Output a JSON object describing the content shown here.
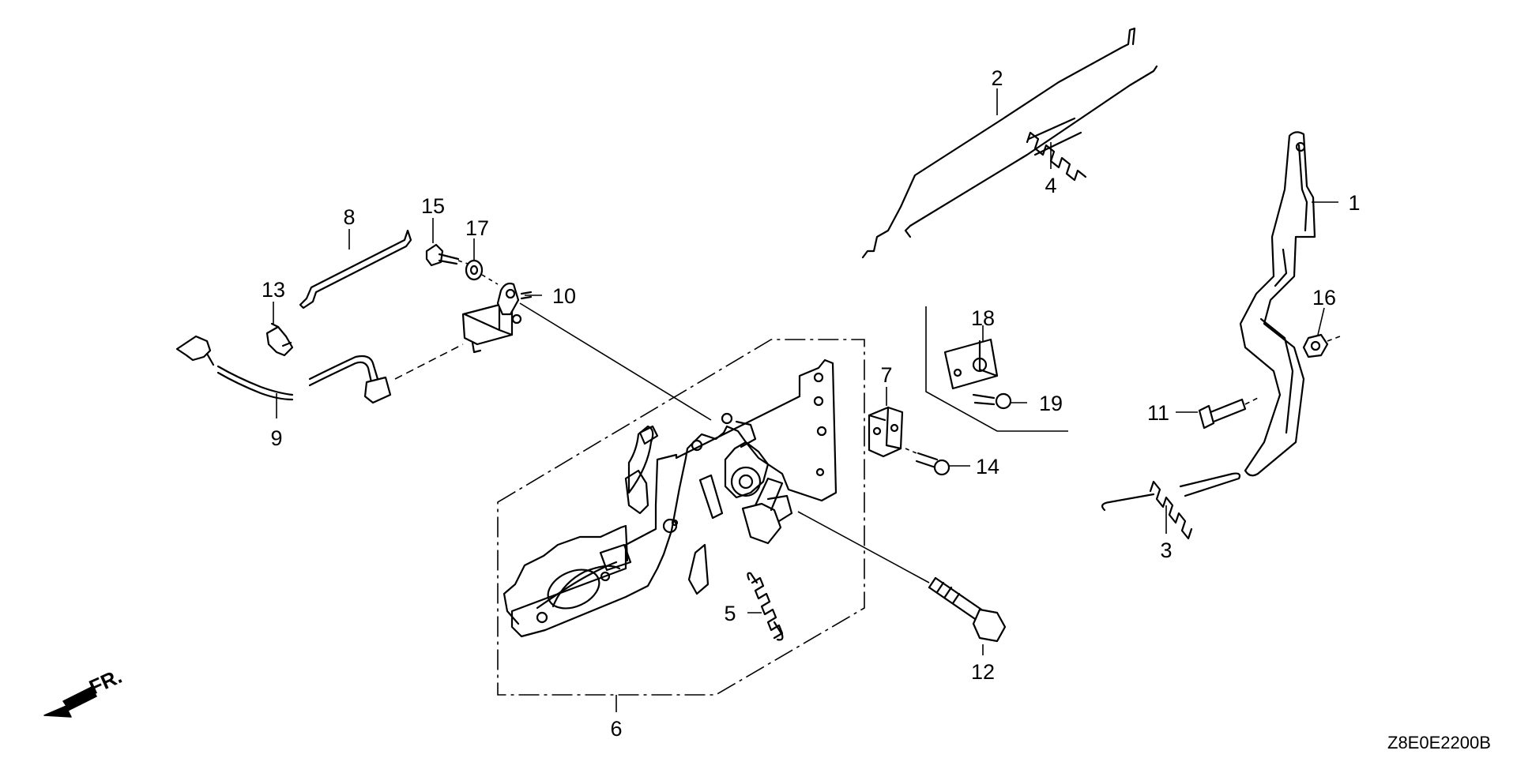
{
  "diagram": {
    "drawing_code": "Z8E0E2200B",
    "front_marker": "FR.",
    "callouts": [
      {
        "id": "1",
        "label": "1"
      },
      {
        "id": "2",
        "label": "2"
      },
      {
        "id": "3",
        "label": "3"
      },
      {
        "id": "4",
        "label": "4"
      },
      {
        "id": "5",
        "label": "5"
      },
      {
        "id": "6",
        "label": "6"
      },
      {
        "id": "7",
        "label": "7"
      },
      {
        "id": "8",
        "label": "8"
      },
      {
        "id": "9",
        "label": "9"
      },
      {
        "id": "10",
        "label": "10"
      },
      {
        "id": "11",
        "label": "11"
      },
      {
        "id": "12",
        "label": "12"
      },
      {
        "id": "13",
        "label": "13"
      },
      {
        "id": "14",
        "label": "14"
      },
      {
        "id": "15",
        "label": "15"
      },
      {
        "id": "16",
        "label": "16"
      },
      {
        "id": "17",
        "label": "17"
      },
      {
        "id": "18",
        "label": "18"
      },
      {
        "id": "19",
        "label": "19"
      }
    ],
    "colors": {
      "ink": "#000000",
      "background": "#ffffff"
    }
  }
}
